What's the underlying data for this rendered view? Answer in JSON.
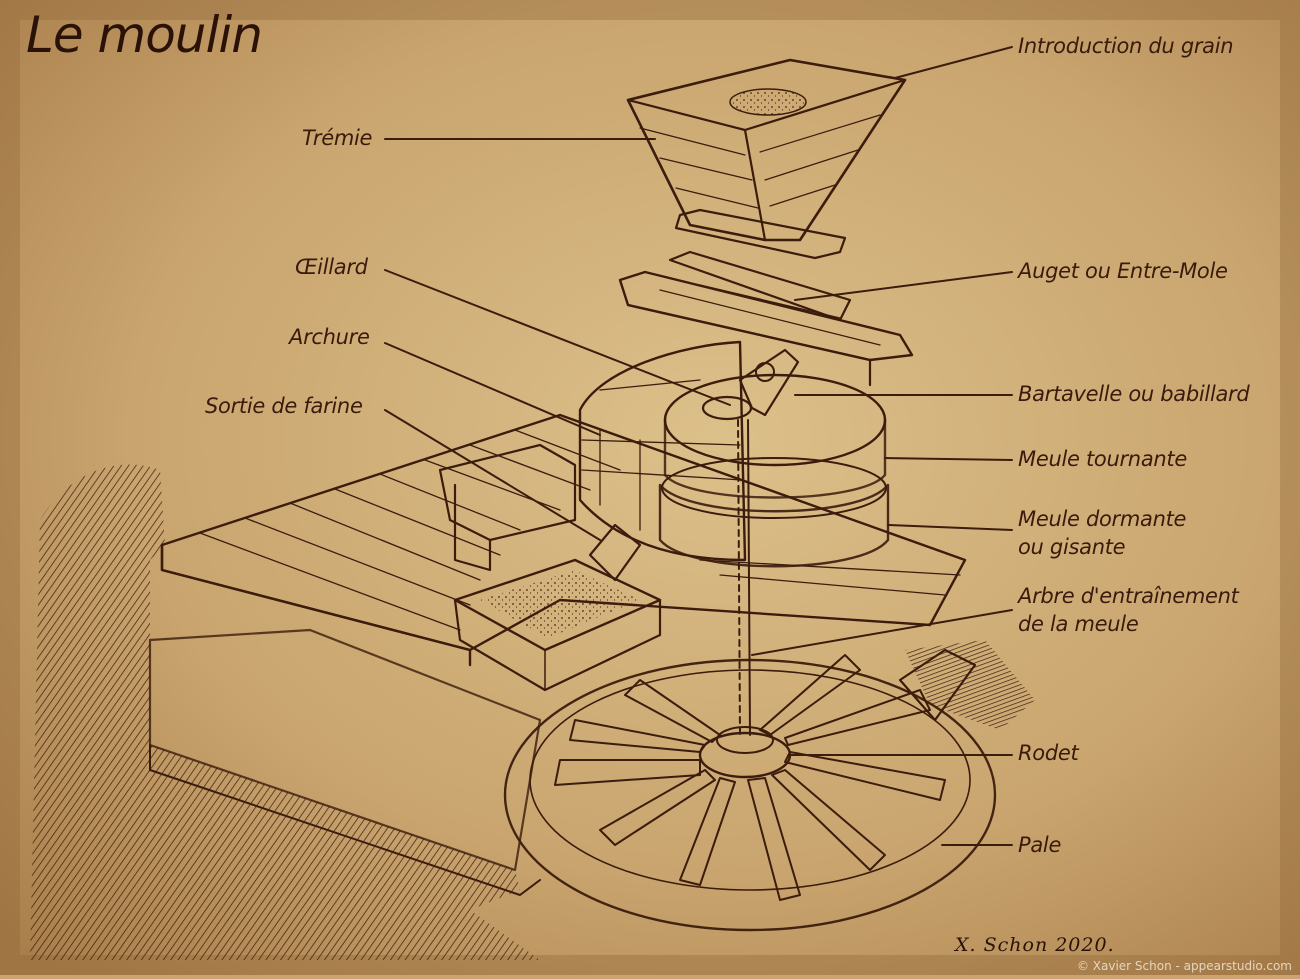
{
  "title": "Le moulin",
  "labels": {
    "introduction_du_grain": "Introduction du grain",
    "tremie": "Trémie",
    "oeillard": "Œillard",
    "auget": "Auget ou Entre-Mole",
    "archure": "Archure",
    "sortie_de_farine": "Sortie de farine",
    "bartavelle": "Bartavelle ou babillard",
    "meule_tournante": "Meule tournante",
    "meule_dormante_l1": "Meule dormante",
    "meule_dormante_l2": "ou gisante",
    "arbre_l1": "Arbre d'entraînement",
    "arbre_l2": "de la meule",
    "rodet": "Rodet",
    "pale": "Pale"
  },
  "signature": "X. Schon 2020.",
  "copyright": "© Xavier Schon - appearstudio.com",
  "colors": {
    "parchment": "#c9a46e",
    "parchment_light": "#dbbd86",
    "ink": "#3b1c0d",
    "ink_dark": "#2a1208"
  }
}
